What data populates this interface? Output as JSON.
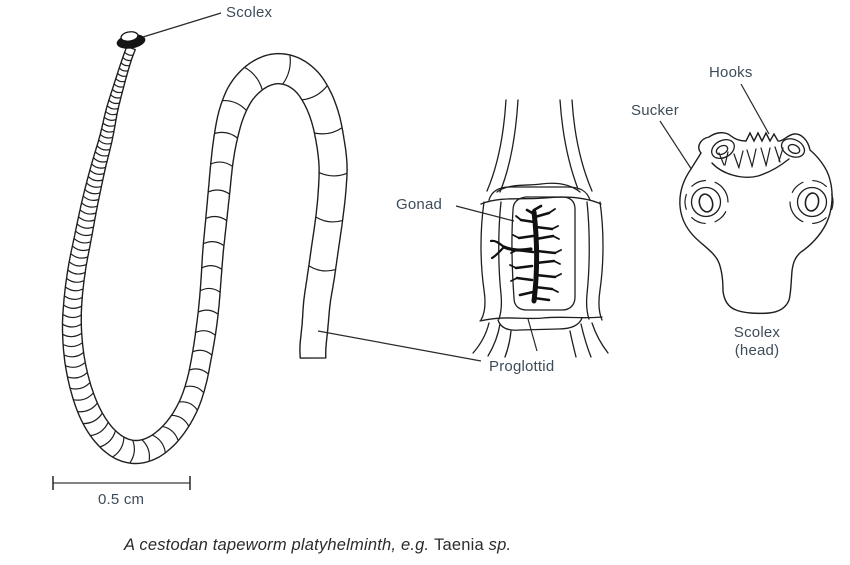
{
  "diagram": {
    "labels": {
      "scolex": "Scolex",
      "gonad": "Gonad",
      "proglottid": "Proglottid",
      "hooks": "Hooks",
      "sucker": "Sucker",
      "head_caption_line1": "Scolex",
      "head_caption_line2": "(head)"
    },
    "scale_bar": {
      "label": "0.5 cm"
    },
    "caption": {
      "italic_prefix": "A cestodan tapeworm platyhelminth, e.g. ",
      "roman_species": "Taenia",
      "italic_suffix": " sp."
    }
  },
  "colors": {
    "line": "#1f1f1f",
    "gonad_fill": "#111111",
    "label_text": "#3e4c59",
    "caption_text": "#2b2b2b",
    "scale_bar": "#5a5a5a",
    "background": "#ffffff"
  }
}
